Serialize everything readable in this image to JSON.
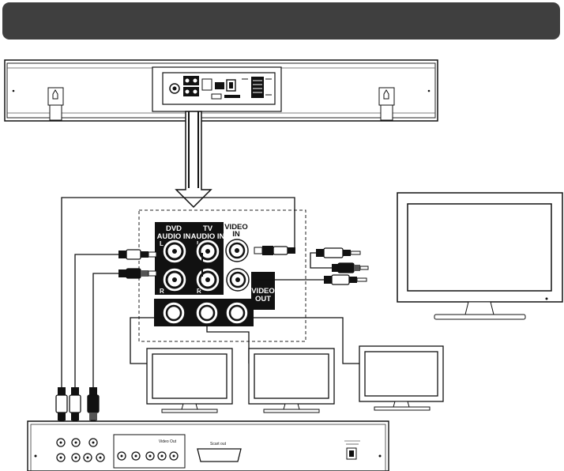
{
  "header": {
    "title": ""
  },
  "colors": {
    "bar": "#3f3f3f",
    "line": "#1a1a1a",
    "panel_bg": "#111111",
    "white": "#ffffff"
  },
  "panel": {
    "dvd_audio_in_line1": "DVD",
    "dvd_audio_in_line2": "AUDIO IN",
    "tv_audio_in_line1": "TV",
    "tv_audio_in_line2": "AUDIO IN",
    "video_in_line1": "VIDEO",
    "video_in_line2": "IN",
    "video_out_line1": "VIDEO",
    "video_out_line2": "OUT",
    "left_marker": "L",
    "right_marker": "R"
  },
  "dvd_player": {
    "video_out_label": "Video Out",
    "scart_label": "Scart out"
  },
  "icons": [
    "arrow-down-icon",
    "rca-plug-icon",
    "tv-monitor-icon",
    "soundbar-icon",
    "dvd-player-icon"
  ]
}
